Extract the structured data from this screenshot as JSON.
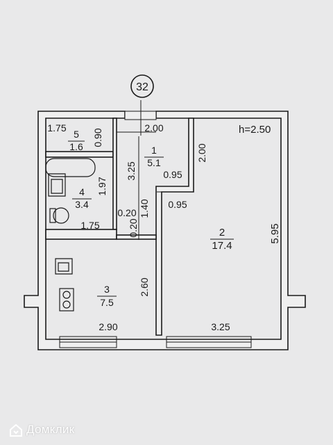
{
  "plan": {
    "building_number": "32",
    "ceiling_height": "h=2.50",
    "rooms": [
      {
        "id": "r5",
        "number": "5",
        "area": "1.6"
      },
      {
        "id": "r1",
        "number": "1",
        "area": "5.1"
      },
      {
        "id": "r4",
        "number": "4",
        "area": "3.4"
      },
      {
        "id": "r2",
        "number": "2",
        "area": "17.4"
      },
      {
        "id": "r3",
        "number": "3",
        "area": "7.5"
      }
    ],
    "dimensions": {
      "d_175_top": "1.75",
      "d_090": "0.90",
      "d_200_hall": "2.00",
      "d_200_vert": "2.00",
      "d_325_hall": "3.25",
      "d_095_a": "0.95",
      "d_095_b": "0.95",
      "d_197": "1.97",
      "d_020_a": "0.20",
      "d_020_b": "0.20",
      "d_140": "1.40",
      "d_175_bath": "1.75",
      "d_595": "5.95",
      "d_260": "2.60",
      "d_290": "2.90",
      "d_325_bottom": "3.25"
    }
  },
  "watermark": {
    "text": "Домклик"
  }
}
